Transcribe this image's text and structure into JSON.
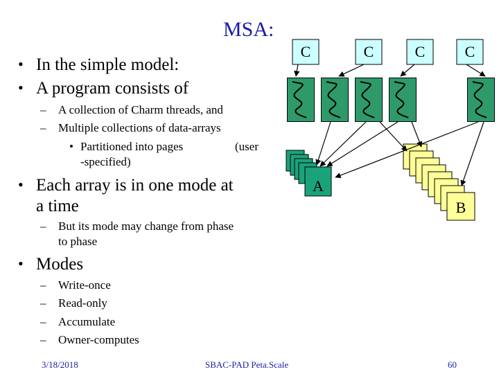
{
  "slide": {
    "title": "MSA:",
    "bullets": [
      {
        "text": "In the simple model:"
      },
      {
        "text": "A program consists of"
      },
      {
        "text": "Each array is in one mode at"
      },
      {
        "text": "a time"
      },
      {
        "text": "Modes"
      }
    ],
    "sub_items": [
      "A collection of Charm threads, and",
      "Multiple collections of data-arrays",
      "But its mode may change from phase",
      "to phase"
    ],
    "subsub": {
      "line1_a": "Partitioned into pages",
      "line1_b": "(user",
      "line2": "-specified)"
    },
    "modes": [
      "Write-once",
      "Read-only",
      "Accumulate",
      "Owner-computes"
    ],
    "bullet_symbol": "•",
    "dash_symbol": "–"
  },
  "diagram": {
    "thread_label": "C",
    "array_a_label": "A",
    "array_b_label": "B",
    "colors": {
      "thread_box": "#ccffff",
      "thread_wave": "#2e9a6a",
      "array_a": "#1aa37a",
      "array_b": "#ffff99",
      "title_blue": "#1a1aa6"
    }
  },
  "footer": {
    "date": "3/18/2018",
    "center": "SBAC-PAD Peta.Scale",
    "page": "60"
  }
}
